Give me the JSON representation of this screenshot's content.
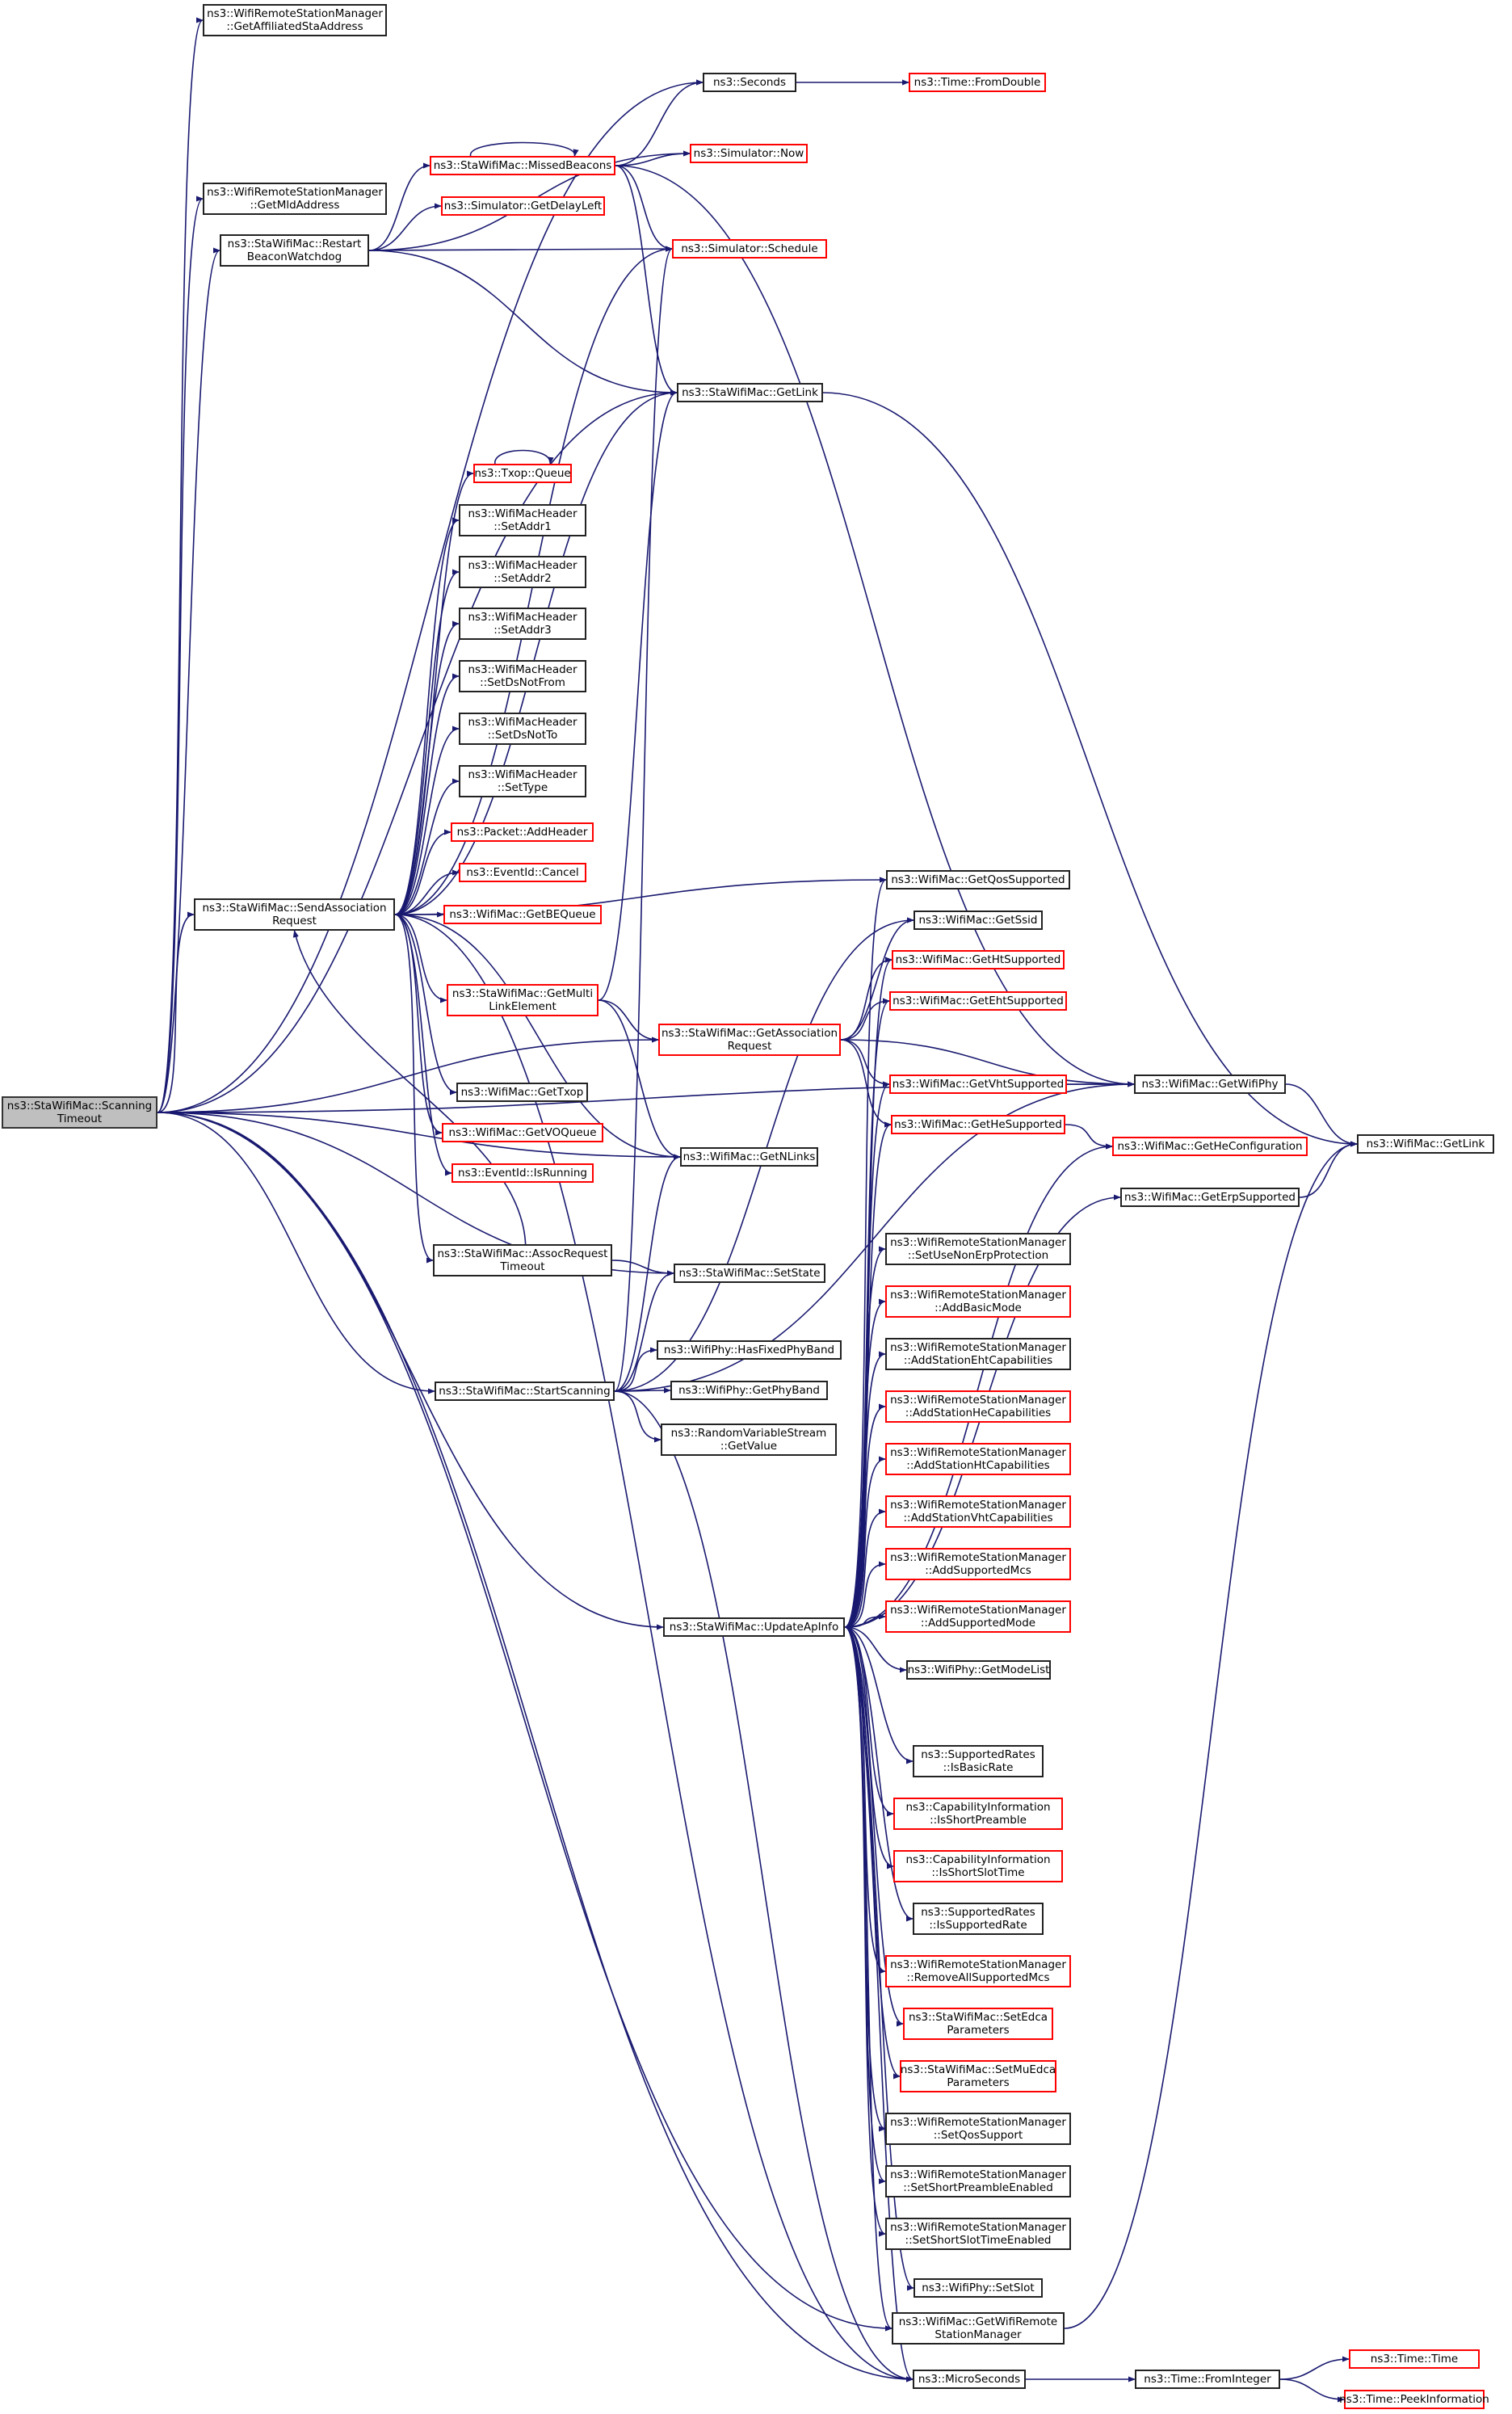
{
  "diagram": {
    "root": "ScanningTimeout",
    "colors": {
      "edge": "#191970",
      "node_border": "#222222",
      "red_border": "#ff0000",
      "root_fill": "#bfbfbf",
      "background": "#ffffff"
    },
    "nodes": {
      "ScanningTimeout": {
        "lines": [
          "ns3::StaWifiMac::Scanning",
          "Timeout"
        ]
      },
      "GetAffiliatedStaAddress": {
        "lines": [
          "ns3::WifiRemoteStationManager",
          "::GetAffiliatedStaAddress"
        ]
      },
      "GetMldAddress": {
        "lines": [
          "ns3::WifiRemoteStationManager",
          "::GetMldAddress"
        ]
      },
      "RestartBeaconWatchdog": {
        "lines": [
          "ns3::StaWifiMac::Restart",
          "BeaconWatchdog"
        ]
      },
      "SendAssociationRequest": {
        "lines": [
          "ns3::StaWifiMac::SendAssociation",
          "Request"
        ]
      },
      "StartScanning": {
        "lines": [
          "ns3::StaWifiMac::StartScanning"
        ]
      },
      "UpdateApInfo": {
        "lines": [
          "ns3::StaWifiMac::UpdateApInfo"
        ]
      },
      "MicroSeconds": {
        "lines": [
          "ns3::MicroSeconds"
        ]
      },
      "MissedBeacons": {
        "lines": [
          "ns3::StaWifiMac::MissedBeacons"
        ],
        "red": true
      },
      "GetDelayLeft": {
        "lines": [
          "ns3::Simulator::GetDelayLeft"
        ],
        "red": true
      },
      "TxopQueue": {
        "lines": [
          "ns3::Txop::Queue"
        ],
        "red": true
      },
      "SetAddr1": {
        "lines": [
          "ns3::WifiMacHeader",
          "::SetAddr1"
        ]
      },
      "SetAddr2": {
        "lines": [
          "ns3::WifiMacHeader",
          "::SetAddr2"
        ]
      },
      "SetAddr3": {
        "lines": [
          "ns3::WifiMacHeader",
          "::SetAddr3"
        ]
      },
      "SetDsNotFrom": {
        "lines": [
          "ns3::WifiMacHeader",
          "::SetDsNotFrom"
        ]
      },
      "SetDsNotTo": {
        "lines": [
          "ns3::WifiMacHeader",
          "::SetDsNotTo"
        ]
      },
      "SetType": {
        "lines": [
          "ns3::WifiMacHeader",
          "::SetType"
        ]
      },
      "AddHeader": {
        "lines": [
          "ns3::Packet::AddHeader"
        ],
        "red": true
      },
      "EventCancel": {
        "lines": [
          "ns3::EventId::Cancel"
        ],
        "red": true
      },
      "GetBEQueue": {
        "lines": [
          "ns3::WifiMac::GetBEQueue"
        ],
        "red": true
      },
      "GetMultiLinkElement": {
        "lines": [
          "ns3::StaWifiMac::GetMulti",
          "LinkElement"
        ],
        "red": true
      },
      "GetTxop": {
        "lines": [
          "ns3::WifiMac::GetTxop"
        ]
      },
      "GetVOQueue": {
        "lines": [
          "ns3::WifiMac::GetVOQueue"
        ],
        "red": true
      },
      "IsRunning": {
        "lines": [
          "ns3::EventId::IsRunning"
        ],
        "red": true
      },
      "AssocRequestTimeout": {
        "lines": [
          "ns3::StaWifiMac::AssocRequest",
          "Timeout"
        ]
      },
      "Seconds": {
        "lines": [
          "ns3::Seconds"
        ]
      },
      "SimNow": {
        "lines": [
          "ns3::Simulator::Now"
        ],
        "red": true
      },
      "SimSchedule": {
        "lines": [
          "ns3::Simulator::Schedule"
        ],
        "red": true
      },
      "StaGetLink": {
        "lines": [
          "ns3::StaWifiMac::GetLink"
        ]
      },
      "GetAssociationRequest": {
        "lines": [
          "ns3::StaWifiMac::GetAssociation",
          "Request"
        ],
        "red": true
      },
      "GetNLinks": {
        "lines": [
          "ns3::WifiMac::GetNLinks"
        ]
      },
      "SetState": {
        "lines": [
          "ns3::StaWifiMac::SetState"
        ]
      },
      "HasFixedPhyBand": {
        "lines": [
          "ns3::WifiPhy::HasFixedPhyBand"
        ]
      },
      "GetPhyBand": {
        "lines": [
          "ns3::WifiPhy::GetPhyBand"
        ]
      },
      "RVSGetValue": {
        "lines": [
          "ns3::RandomVariableStream",
          "::GetValue"
        ]
      },
      "FromDouble": {
        "lines": [
          "ns3::Time::FromDouble"
        ],
        "red": true
      },
      "GetQosSupported": {
        "lines": [
          "ns3::WifiMac::GetQosSupported"
        ]
      },
      "GetSsid": {
        "lines": [
          "ns3::WifiMac::GetSsid"
        ]
      },
      "GetHtSupported": {
        "lines": [
          "ns3::WifiMac::GetHtSupported"
        ],
        "red": true
      },
      "GetEhtSupported": {
        "lines": [
          "ns3::WifiMac::GetEhtSupported"
        ],
        "red": true
      },
      "GetVhtSupported": {
        "lines": [
          "ns3::WifiMac::GetVhtSupported"
        ],
        "red": true
      },
      "GetHeSupported": {
        "lines": [
          "ns3::WifiMac::GetHeSupported"
        ],
        "red": true
      },
      "SetUseNonErpProtection": {
        "lines": [
          "ns3::WifiRemoteStationManager",
          "::SetUseNonErpProtection"
        ]
      },
      "AddBasicMode": {
        "lines": [
          "ns3::WifiRemoteStationManager",
          "::AddBasicMode"
        ],
        "red": true
      },
      "AddStationEhtCapabilities": {
        "lines": [
          "ns3::WifiRemoteStationManager",
          "::AddStationEhtCapabilities"
        ]
      },
      "AddStationHeCapabilities": {
        "lines": [
          "ns3::WifiRemoteStationManager",
          "::AddStationHeCapabilities"
        ],
        "red": true
      },
      "AddStationHtCapabilities": {
        "lines": [
          "ns3::WifiRemoteStationManager",
          "::AddStationHtCapabilities"
        ],
        "red": true
      },
      "AddStationVhtCapabilities": {
        "lines": [
          "ns3::WifiRemoteStationManager",
          "::AddStationVhtCapabilities"
        ],
        "red": true
      },
      "AddSupportedMcs": {
        "lines": [
          "ns3::WifiRemoteStationManager",
          "::AddSupportedMcs"
        ],
        "red": true
      },
      "AddSupportedMode": {
        "lines": [
          "ns3::WifiRemoteStationManager",
          "::AddSupportedMode"
        ],
        "red": true
      },
      "GetModeList": {
        "lines": [
          "ns3::WifiPhy::GetModeList"
        ]
      },
      "IsBasicRate": {
        "lines": [
          "ns3::SupportedRates",
          "::IsBasicRate"
        ]
      },
      "IsShortPreamble": {
        "lines": [
          "ns3::CapabilityInformation",
          "::IsShortPreamble"
        ],
        "red": true
      },
      "IsShortSlotTime": {
        "lines": [
          "ns3::CapabilityInformation",
          "::IsShortSlotTime"
        ],
        "red": true
      },
      "IsSupportedRate": {
        "lines": [
          "ns3::SupportedRates",
          "::IsSupportedRate"
        ]
      },
      "RemoveAllSupportedMcs": {
        "lines": [
          "ns3::WifiRemoteStationManager",
          "::RemoveAllSupportedMcs"
        ],
        "red": true
      },
      "SetEdcaParameters": {
        "lines": [
          "ns3::StaWifiMac::SetEdca",
          "Parameters"
        ],
        "red": true
      },
      "SetMuEdcaParameters": {
        "lines": [
          "ns3::StaWifiMac::SetMuEdca",
          "Parameters"
        ],
        "red": true
      },
      "SetQosSupport": {
        "lines": [
          "ns3::WifiRemoteStationManager",
          "::SetQosSupport"
        ]
      },
      "SetShortPreambleEnabled": {
        "lines": [
          "ns3::WifiRemoteStationManager",
          "::SetShortPreambleEnabled"
        ]
      },
      "SetShortSlotTimeEnabled": {
        "lines": [
          "ns3::WifiRemoteStationManager",
          "::SetShortSlotTimeEnabled"
        ]
      },
      "SetSlot": {
        "lines": [
          "ns3::WifiPhy::SetSlot"
        ]
      },
      "GetWifiRemoteStationManager": {
        "lines": [
          "ns3::WifiMac::GetWifiRemote",
          "StationManager"
        ]
      },
      "GetWifiPhy": {
        "lines": [
          "ns3::WifiMac::GetWifiPhy"
        ]
      },
      "GetHeConfiguration": {
        "lines": [
          "ns3::WifiMac::GetHeConfiguration"
        ],
        "red": true
      },
      "GetErpSupported": {
        "lines": [
          "ns3::WifiMac::GetErpSupported"
        ]
      },
      "WifiMacGetLink": {
        "lines": [
          "ns3::WifiMac::GetLink"
        ]
      },
      "FromInteger": {
        "lines": [
          "ns3::Time::FromInteger"
        ]
      },
      "TimeTime": {
        "lines": [
          "ns3::Time::Time"
        ],
        "red": true
      },
      "PeekInformation": {
        "lines": [
          "ns3::Time::PeekInformation"
        ],
        "red": true
      }
    },
    "edges": [
      [
        "ScanningTimeout",
        "GetAffiliatedStaAddress"
      ],
      [
        "ScanningTimeout",
        "Seconds"
      ],
      [
        "ScanningTimeout",
        "GetMldAddress"
      ],
      [
        "ScanningTimeout",
        "RestartBeaconWatchdog"
      ],
      [
        "ScanningTimeout",
        "StaGetLink"
      ],
      [
        "ScanningTimeout",
        "SendAssociationRequest"
      ],
      [
        "ScanningTimeout",
        "GetAssociationRequest"
      ],
      [
        "ScanningTimeout",
        "GetNLinks"
      ],
      [
        "ScanningTimeout",
        "SetState"
      ],
      [
        "ScanningTimeout",
        "StartScanning"
      ],
      [
        "ScanningTimeout",
        "GetWifiPhy"
      ],
      [
        "ScanningTimeout",
        "UpdateApInfo"
      ],
      [
        "ScanningTimeout",
        "GetWifiRemoteStationManager"
      ],
      [
        "ScanningTimeout",
        "MicroSeconds"
      ],
      [
        "RestartBeaconWatchdog",
        "MissedBeacons"
      ],
      [
        "RestartBeaconWatchdog",
        "SimNow"
      ],
      [
        "RestartBeaconWatchdog",
        "GetDelayLeft"
      ],
      [
        "RestartBeaconWatchdog",
        "SimSchedule"
      ],
      [
        "RestartBeaconWatchdog",
        "StaGetLink"
      ],
      [
        "MissedBeacons",
        "MissedBeacons"
      ],
      [
        "MissedBeacons",
        "Seconds"
      ],
      [
        "MissedBeacons",
        "SimNow"
      ],
      [
        "MissedBeacons",
        "SimSchedule"
      ],
      [
        "MissedBeacons",
        "StaGetLink"
      ],
      [
        "MissedBeacons",
        "GetWifiPhy"
      ],
      [
        "Seconds",
        "FromDouble"
      ],
      [
        "StaGetLink",
        "WifiMacGetLink"
      ],
      [
        "SendAssociationRequest",
        "SimSchedule"
      ],
      [
        "SendAssociationRequest",
        "StaGetLink"
      ],
      [
        "SendAssociationRequest",
        "TxopQueue"
      ],
      [
        "SendAssociationRequest",
        "SetAddr1"
      ],
      [
        "SendAssociationRequest",
        "SetAddr2"
      ],
      [
        "SendAssociationRequest",
        "SetAddr3"
      ],
      [
        "SendAssociationRequest",
        "SetDsNotFrom"
      ],
      [
        "SendAssociationRequest",
        "SetDsNotTo"
      ],
      [
        "SendAssociationRequest",
        "SetType"
      ],
      [
        "SendAssociationRequest",
        "AddHeader"
      ],
      [
        "SendAssociationRequest",
        "EventCancel"
      ],
      [
        "SendAssociationRequest",
        "GetBEQueue"
      ],
      [
        "SendAssociationRequest",
        "GetQosSupported"
      ],
      [
        "SendAssociationRequest",
        "GetMultiLinkElement"
      ],
      [
        "SendAssociationRequest",
        "GetNLinks"
      ],
      [
        "SendAssociationRequest",
        "GetTxop"
      ],
      [
        "SendAssociationRequest",
        "GetVOQueue"
      ],
      [
        "SendAssociationRequest",
        "IsRunning"
      ],
      [
        "SendAssociationRequest",
        "AssocRequestTimeout"
      ],
      [
        "SendAssociationRequest",
        "MicroSeconds"
      ],
      [
        "TxopQueue",
        "TxopQueue"
      ],
      [
        "GetMultiLinkElement",
        "StaGetLink"
      ],
      [
        "GetMultiLinkElement",
        "GetAssociationRequest"
      ],
      [
        "GetMultiLinkElement",
        "GetNLinks"
      ],
      [
        "GetAssociationRequest",
        "GetSsid"
      ],
      [
        "GetAssociationRequest",
        "GetHtSupported"
      ],
      [
        "GetAssociationRequest",
        "GetEhtSupported"
      ],
      [
        "GetAssociationRequest",
        "GetVhtSupported"
      ],
      [
        "GetAssociationRequest",
        "GetHeSupported"
      ],
      [
        "GetAssociationRequest",
        "GetWifiPhy"
      ],
      [
        "AssocRequestTimeout",
        "SetState"
      ],
      [
        "AssocRequestTimeout",
        "SendAssociationRequest"
      ],
      [
        "StartScanning",
        "GetNLinks"
      ],
      [
        "StartScanning",
        "SetState"
      ],
      [
        "StartScanning",
        "HasFixedPhyBand"
      ],
      [
        "StartScanning",
        "GetPhyBand"
      ],
      [
        "StartScanning",
        "RVSGetValue"
      ],
      [
        "StartScanning",
        "GetSsid"
      ],
      [
        "StartScanning",
        "GetWifiPhy"
      ],
      [
        "StartScanning",
        "SimSchedule"
      ],
      [
        "StartScanning",
        "MicroSeconds"
      ],
      [
        "GetVhtSupported",
        "GetWifiPhy"
      ],
      [
        "GetHeSupported",
        "GetHeConfiguration"
      ],
      [
        "GetWifiPhy",
        "WifiMacGetLink"
      ],
      [
        "GetErpSupported",
        "WifiMacGetLink"
      ],
      [
        "UpdateApInfo",
        "GetQosSupported"
      ],
      [
        "UpdateApInfo",
        "GetHtSupported"
      ],
      [
        "UpdateApInfo",
        "GetEhtSupported"
      ],
      [
        "UpdateApInfo",
        "GetVhtSupported"
      ],
      [
        "UpdateApInfo",
        "GetHeSupported"
      ],
      [
        "UpdateApInfo",
        "GetHeConfiguration"
      ],
      [
        "UpdateApInfo",
        "GetErpSupported"
      ],
      [
        "UpdateApInfo",
        "SetUseNonErpProtection"
      ],
      [
        "UpdateApInfo",
        "AddBasicMode"
      ],
      [
        "UpdateApInfo",
        "AddStationEhtCapabilities"
      ],
      [
        "UpdateApInfo",
        "AddStationHeCapabilities"
      ],
      [
        "UpdateApInfo",
        "AddStationHtCapabilities"
      ],
      [
        "UpdateApInfo",
        "AddStationVhtCapabilities"
      ],
      [
        "UpdateApInfo",
        "AddSupportedMcs"
      ],
      [
        "UpdateApInfo",
        "AddSupportedMode"
      ],
      [
        "UpdateApInfo",
        "GetModeList"
      ],
      [
        "UpdateApInfo",
        "IsBasicRate"
      ],
      [
        "UpdateApInfo",
        "IsShortPreamble"
      ],
      [
        "UpdateApInfo",
        "IsShortSlotTime"
      ],
      [
        "UpdateApInfo",
        "IsSupportedRate"
      ],
      [
        "UpdateApInfo",
        "RemoveAllSupportedMcs"
      ],
      [
        "UpdateApInfo",
        "SetEdcaParameters"
      ],
      [
        "UpdateApInfo",
        "SetMuEdcaParameters"
      ],
      [
        "UpdateApInfo",
        "SetQosSupport"
      ],
      [
        "UpdateApInfo",
        "SetShortPreambleEnabled"
      ],
      [
        "UpdateApInfo",
        "SetShortSlotTimeEnabled"
      ],
      [
        "UpdateApInfo",
        "SetSlot"
      ],
      [
        "UpdateApInfo",
        "GetWifiRemoteStationManager"
      ],
      [
        "UpdateApInfo",
        "MicroSeconds"
      ],
      [
        "MicroSeconds",
        "FromInteger"
      ],
      [
        "FromInteger",
        "TimeTime"
      ],
      [
        "FromInteger",
        "PeekInformation"
      ],
      [
        "GetWifiRemoteStationManager",
        "WifiMacGetLink"
      ]
    ]
  }
}
